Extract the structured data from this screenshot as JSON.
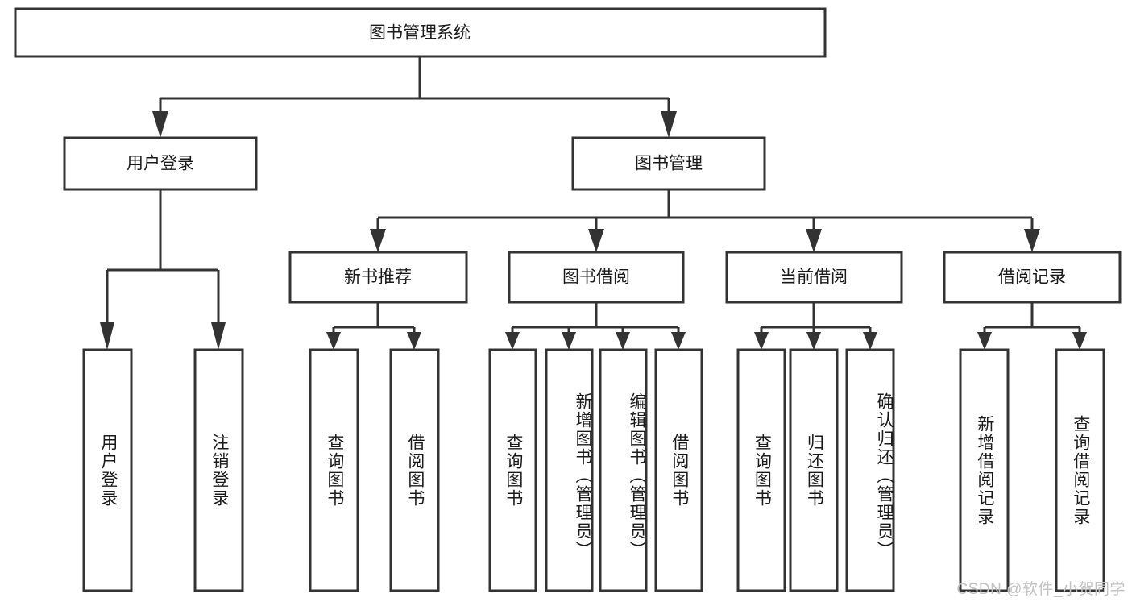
{
  "diagram": {
    "title": "图书管理系统",
    "type": "tree-hierarchy-diagram",
    "colors": {
      "box_stroke": "#333333",
      "box_fill": "#ffffff",
      "text": "#1a1a1a",
      "background": "#ffffff",
      "watermark": "#c2c2c2"
    },
    "root": {
      "id": "root",
      "label": "图书管理系统",
      "orientation": "horizontal"
    },
    "level2": [
      {
        "id": "user-login",
        "label": "用户登录",
        "orientation": "horizontal"
      },
      {
        "id": "book-management",
        "label": "图书管理",
        "orientation": "horizontal"
      }
    ],
    "level3": [
      {
        "id": "new-book-recommend",
        "label": "新书推荐",
        "orientation": "horizontal",
        "parent": "book-management"
      },
      {
        "id": "book-borrow",
        "label": "图书借阅",
        "orientation": "horizontal",
        "parent": "book-management"
      },
      {
        "id": "current-borrow",
        "label": "当前借阅",
        "orientation": "horizontal",
        "parent": "book-management"
      },
      {
        "id": "borrow-record",
        "label": "借阅记录",
        "orientation": "horizontal",
        "parent": "book-management"
      }
    ],
    "leaves": [
      {
        "id": "leaf-user-login",
        "label": "用户登录",
        "parent": "user-login",
        "orientation": "vertical"
      },
      {
        "id": "leaf-user-logout",
        "label": "注销登录",
        "parent": "user-login",
        "orientation": "vertical"
      },
      {
        "id": "leaf-query-book-1",
        "label": "查询图书",
        "parent": "new-book-recommend",
        "orientation": "vertical"
      },
      {
        "id": "leaf-borrow-book-1",
        "label": "借阅图书",
        "parent": "new-book-recommend",
        "orientation": "vertical"
      },
      {
        "id": "leaf-query-book-2",
        "label": "查询图书",
        "parent": "book-borrow",
        "orientation": "vertical"
      },
      {
        "id": "leaf-add-book",
        "label": "新增图书（管理员）",
        "parent": "book-borrow",
        "orientation": "vertical"
      },
      {
        "id": "leaf-edit-book",
        "label": "编辑图书（管理员）",
        "parent": "book-borrow",
        "orientation": "vertical"
      },
      {
        "id": "leaf-borrow-book-2",
        "label": "借阅图书",
        "parent": "book-borrow",
        "orientation": "vertical"
      },
      {
        "id": "leaf-query-book-3",
        "label": "查询图书",
        "parent": "current-borrow",
        "orientation": "vertical"
      },
      {
        "id": "leaf-return-book",
        "label": "归还图书",
        "parent": "current-borrow",
        "orientation": "vertical"
      },
      {
        "id": "leaf-confirm-return",
        "label": "确认归还（管理员）",
        "parent": "current-borrow",
        "orientation": "vertical"
      },
      {
        "id": "leaf-add-record",
        "label": "新增借阅记录",
        "parent": "borrow-record",
        "orientation": "vertical"
      },
      {
        "id": "leaf-query-record",
        "label": "查询借阅记录",
        "parent": "borrow-record",
        "orientation": "vertical"
      }
    ],
    "watermark": "CSDN @软件_小贺同学"
  }
}
